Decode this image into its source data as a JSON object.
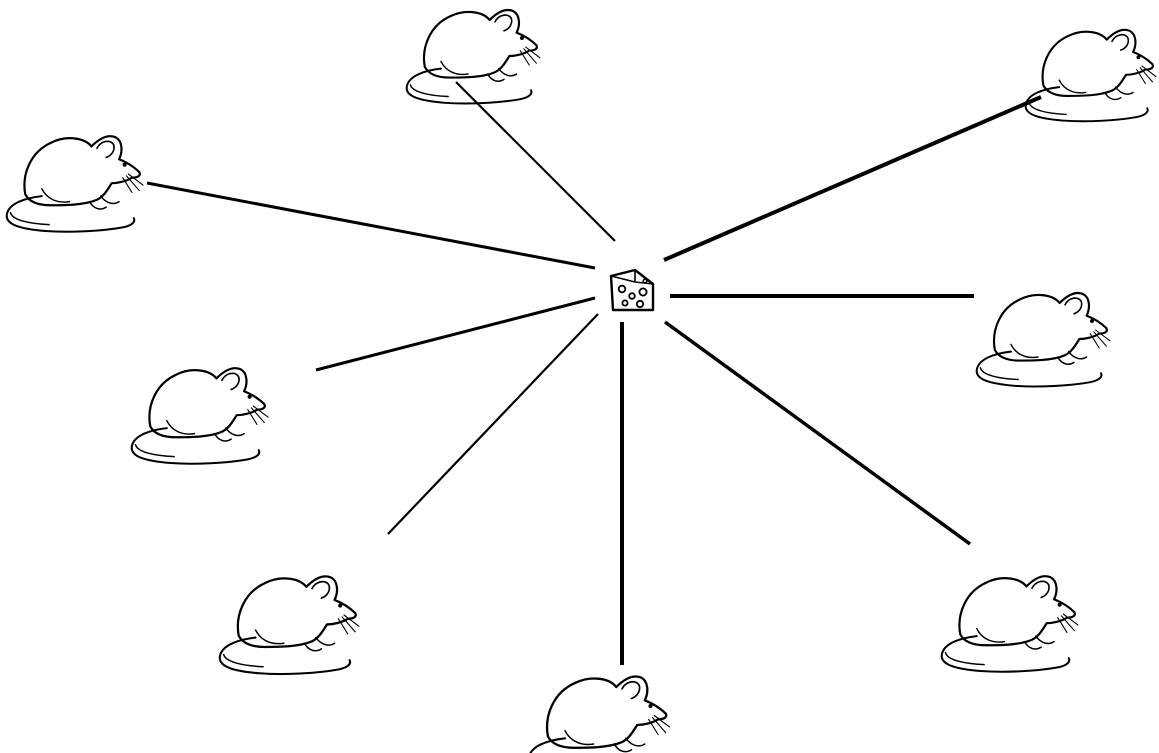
{
  "diagram": {
    "hub": {
      "icon": "cheese-icon"
    },
    "nodes": [
      {
        "id": "top",
        "icon": "mouse-icon"
      },
      {
        "id": "top-right",
        "icon": "mouse-icon"
      },
      {
        "id": "left",
        "icon": "mouse-icon"
      },
      {
        "id": "right",
        "icon": "mouse-icon"
      },
      {
        "id": "mid-left",
        "icon": "mouse-icon"
      },
      {
        "id": "lower-left",
        "icon": "mouse-icon"
      },
      {
        "id": "bottom",
        "icon": "mouse-icon"
      },
      {
        "id": "lower-right",
        "icon": "mouse-icon"
      }
    ],
    "edges": [
      {
        "from": "hub",
        "to": "top"
      },
      {
        "from": "hub",
        "to": "top-right"
      },
      {
        "from": "hub",
        "to": "left"
      },
      {
        "from": "hub",
        "to": "right"
      },
      {
        "from": "hub",
        "to": "mid-left"
      },
      {
        "from": "hub",
        "to": "lower-left"
      },
      {
        "from": "hub",
        "to": "bottom"
      },
      {
        "from": "hub",
        "to": "lower-right"
      }
    ]
  },
  "colors": {
    "background": "#ffffff",
    "ink": "#000000"
  }
}
